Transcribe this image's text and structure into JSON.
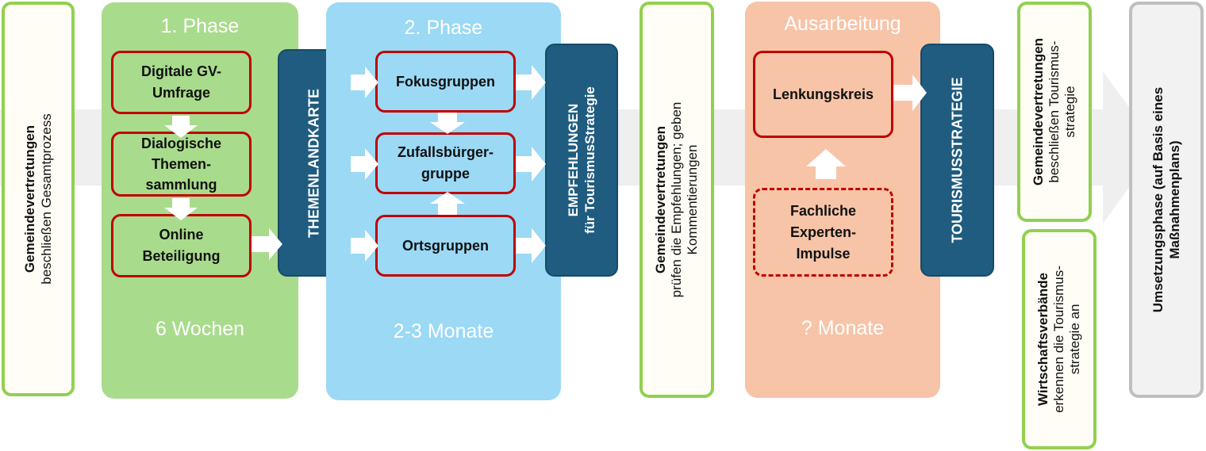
{
  "left_box": {
    "bold": "Gemeindevertretungen",
    "text": "beschließen Gesamtprozess"
  },
  "phase1": {
    "title": "1.   Phase",
    "duration": "6 Wochen",
    "items": [
      {
        "line1": "Digitale GV-",
        "line2": "Umfrage"
      },
      {
        "line1": "Dialogische",
        "line2": "Themen-",
        "line3": "sammlung"
      },
      {
        "line1": "Online",
        "line2": "Beteiligung"
      }
    ]
  },
  "themenlandkarte": "THEMENLANDKARTE",
  "phase2": {
    "title": "2. Phase",
    "duration": "2-3 Monate",
    "items": [
      {
        "line1": "Fokusgruppen"
      },
      {
        "line1": "Zufallsbürger-",
        "line2": "gruppe"
      },
      {
        "line1": "Ortsgruppen"
      }
    ]
  },
  "empfehlungen": {
    "line1": "EMPFEHLUNGEN",
    "line2": "für TourismusStrategie"
  },
  "review_box": {
    "bold": "Gemeindevertretungen",
    "line2": "prüfen die Empfehlungen; geben",
    "line3": "Kommentierungen"
  },
  "ausarbeitung": {
    "title": "Ausarbeitung",
    "duration": "? Monate",
    "lenkungskreis": "Lenkungskreis",
    "experts": {
      "line1": "Fachliche",
      "line2": "Experten-",
      "line3": "Impulse"
    }
  },
  "tourismusstrategie": "TOURISMUSSTRATEGIE",
  "decide_box": {
    "bold": "Gemeindevertretungen",
    "line2": "beschließen Tourismus-",
    "line3": "strategie"
  },
  "wirtschaft_box": {
    "bold": "Wirtschaftsverbände",
    "line2": "erkennen die Tourismus-",
    "line3": "strategie an"
  },
  "umsetzung_box": {
    "line1": "Umsetzungsphase (auf Basis eines",
    "line2": "Maßnahmenplans)"
  },
  "colors": {
    "green_panel": "#a9db8c",
    "blue_panel": "#9bd9f5",
    "salmon_panel": "#f7c4a8",
    "dark_box": "#1f5c80",
    "red_border": "#c00000",
    "green_border": "#92d050",
    "grey_border": "#bfbfbf"
  }
}
